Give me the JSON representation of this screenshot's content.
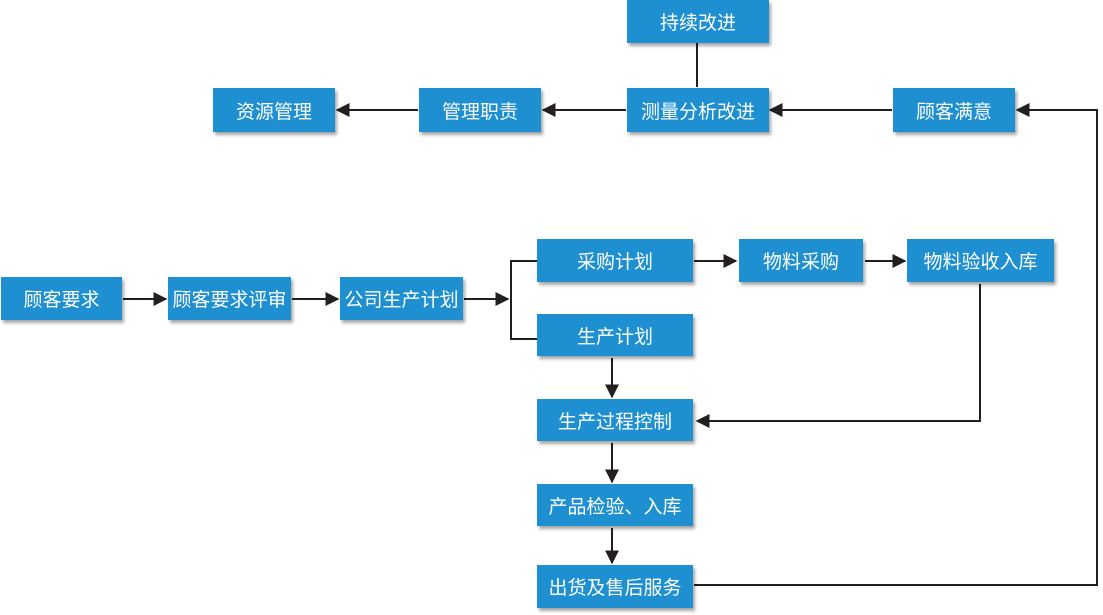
{
  "colors": {
    "box": "#1e8fd0",
    "text": "#ffffff",
    "line": "#231f20"
  },
  "nodes": {
    "improve": "持续改进",
    "resource": "资源管理",
    "responsibility": "管理职责",
    "measure": "测量分析改进",
    "satisfaction": "顾客满意",
    "customer_req": "顾客要求",
    "req_review": "顾客要求评审",
    "company_plan": "公司生产计划",
    "purchase_plan": "采购计划",
    "material_purchase": "物料采购",
    "material_inspect": "物料验收入库",
    "prod_plan": "生产计划",
    "process_control": "生产过程控制",
    "product_inspect": "产品检验、入库",
    "delivery": "出货及售后服务"
  }
}
